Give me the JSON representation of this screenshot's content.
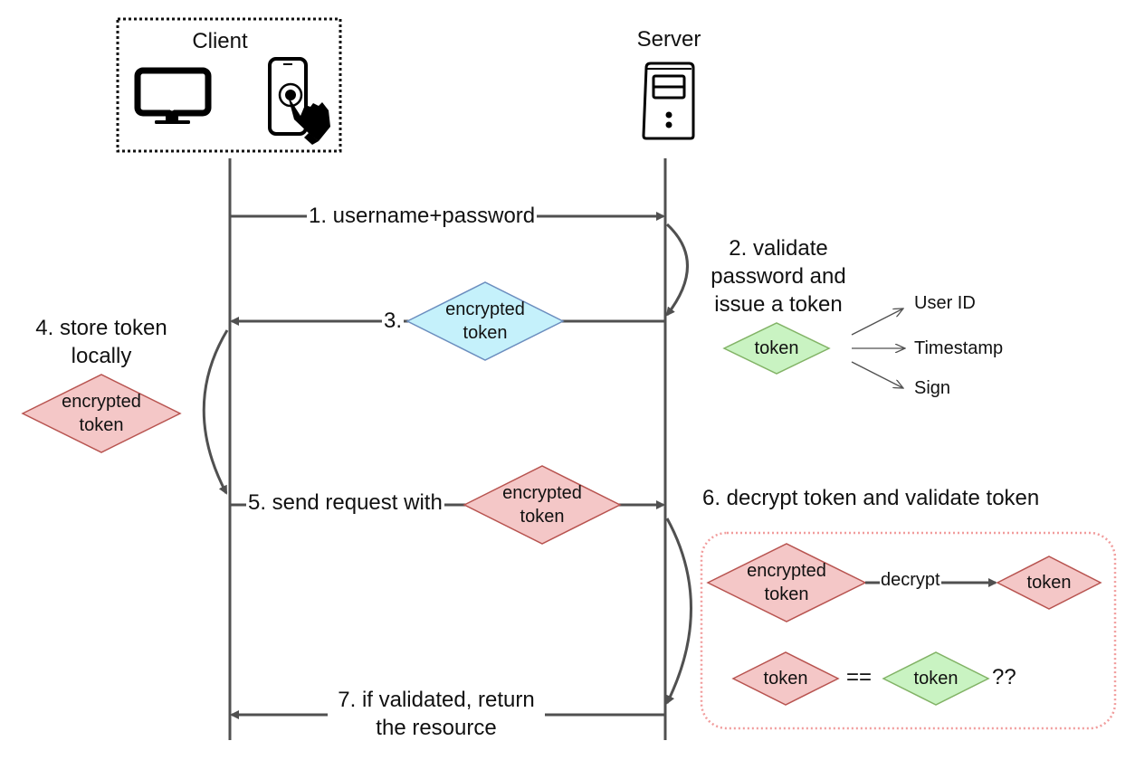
{
  "title": "Token-based authentication flow",
  "actors": {
    "client": {
      "label": "Client",
      "icons": [
        "desktop-monitor-icon",
        "smartphone-touch-icon"
      ]
    },
    "server": {
      "label": "Server",
      "icons": [
        "server-tower-icon"
      ]
    }
  },
  "steps": {
    "s1": {
      "label": "1. username+password",
      "direction": "client-to-server"
    },
    "s2": {
      "label_lines": [
        "2. validate",
        "password and",
        "issue a token"
      ]
    },
    "s3": {
      "label": "3.",
      "payload": [
        "encrypted",
        "token"
      ],
      "direction": "server-to-client"
    },
    "s4": {
      "label_lines": [
        "4. store token",
        "locally"
      ],
      "payload": [
        "encrypted",
        "token"
      ]
    },
    "s5": {
      "label": "5. send request with",
      "payload": [
        "encrypted",
        "token"
      ],
      "direction": "client-to-server"
    },
    "s6": {
      "label": "6. decrypt token and validate token"
    },
    "s7": {
      "label_lines": [
        "7. if validated, return",
        "the resource"
      ],
      "direction": "server-to-client"
    }
  },
  "token_parts": {
    "token_label": "token",
    "fields": [
      "User ID",
      "Timestamp",
      "Sign"
    ]
  },
  "validation_box": {
    "encrypted_token": [
      "encrypted",
      "token"
    ],
    "decrypt_label": "decrypt",
    "decrypted_token": "token",
    "compare_left": "token",
    "operator": "==",
    "compare_right": "token",
    "suffix": "??"
  },
  "colors": {
    "line": "#505050",
    "encrypted_red_fill": "#f4c7c7",
    "encrypted_red_stroke": "#b85450",
    "cyan_fill": "#c5f1fb",
    "cyan_stroke": "#6c8ebf",
    "green_fill": "#c9f3c2",
    "green_stroke": "#82b366",
    "box_dotted": "#f19c9c"
  }
}
